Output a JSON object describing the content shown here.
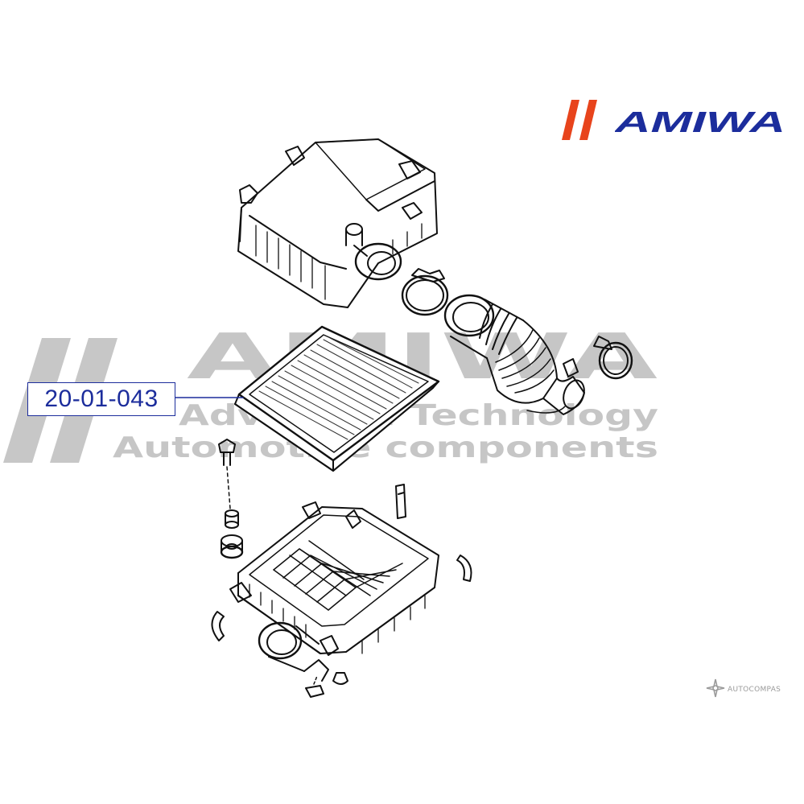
{
  "brand": {
    "name": "AMIWA",
    "color": "#1c2d9c",
    "stripe_color": "#e8441c"
  },
  "watermark": {
    "name": "AMIWA",
    "line1": "Advanced Technology",
    "line2": "Automotive components",
    "color": "#b4b4b4"
  },
  "callout": {
    "part_number": "20-01-043",
    "color": "#1c2d9c"
  },
  "source_mark": {
    "text": "AUTOCOMPAS"
  },
  "icons": [
    "amiwa-logo",
    "compass-logo"
  ]
}
